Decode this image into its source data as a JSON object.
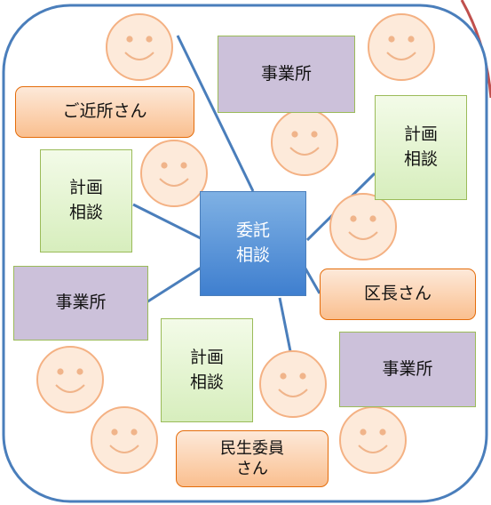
{
  "colors": {
    "frame_stroke": "#4a7ebb",
    "connector": "#4a7ebb",
    "face_fill": "#fdeada",
    "face_stroke": "#f4b183",
    "office_fill": "#ccc1da",
    "plan_fill": "#e2f0cf",
    "person_fill": "#fbd5b5",
    "central_fill": "#4f8ad8",
    "corner_stroke": "#c0504d"
  },
  "central": {
    "label": "委託\n相談"
  },
  "offices": [
    {
      "label": "事業所"
    },
    {
      "label": "事業所"
    },
    {
      "label": "事業所"
    }
  ],
  "plans": [
    {
      "label": "計画\n相談"
    },
    {
      "label": "計画\n相談"
    },
    {
      "label": "計画\n相談"
    }
  ],
  "people": [
    {
      "label": "ご近所さん"
    },
    {
      "label": "区長さん"
    },
    {
      "label": "民生委員\nさん"
    }
  ],
  "faces": [
    {
      "icon": "smiley-face-icon"
    },
    {
      "icon": "smiley-face-icon"
    },
    {
      "icon": "smiley-face-icon"
    },
    {
      "icon": "smiley-face-icon"
    },
    {
      "icon": "smiley-face-icon"
    },
    {
      "icon": "smiley-face-icon"
    },
    {
      "icon": "smiley-face-icon"
    },
    {
      "icon": "smiley-face-icon"
    },
    {
      "icon": "smiley-face-icon"
    },
    {
      "icon": "smiley-face-icon"
    }
  ]
}
